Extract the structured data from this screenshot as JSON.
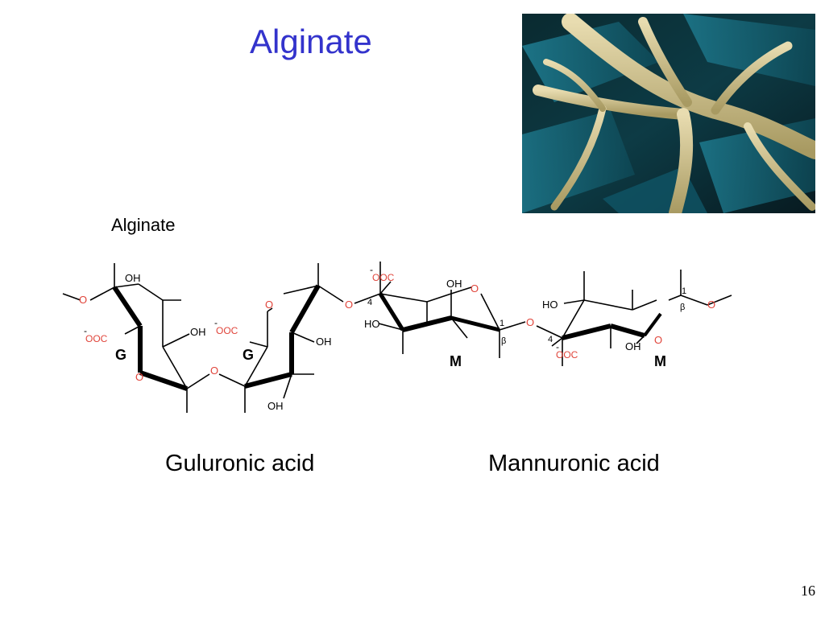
{
  "slide": {
    "title": "Alginate",
    "page_number": "16"
  },
  "photo": {
    "icon": "seaweed-kelp-photo"
  },
  "diagram": {
    "heading": "Alginate",
    "unit_labels": [
      "G",
      "G",
      "M",
      "M"
    ],
    "atoms": {
      "oh": "OH",
      "ho": "HO",
      "o": "O",
      "coo": "OOC",
      "coo_c": "OOC",
      "minus": "-",
      "c4": "4",
      "c1": "1",
      "beta": "β"
    },
    "colors": {
      "oxygen": "#e0443a",
      "bond": "#000000"
    }
  },
  "captions": {
    "guluronic": "Guluronic acid",
    "mannuronic": "Mannuronic acid"
  }
}
